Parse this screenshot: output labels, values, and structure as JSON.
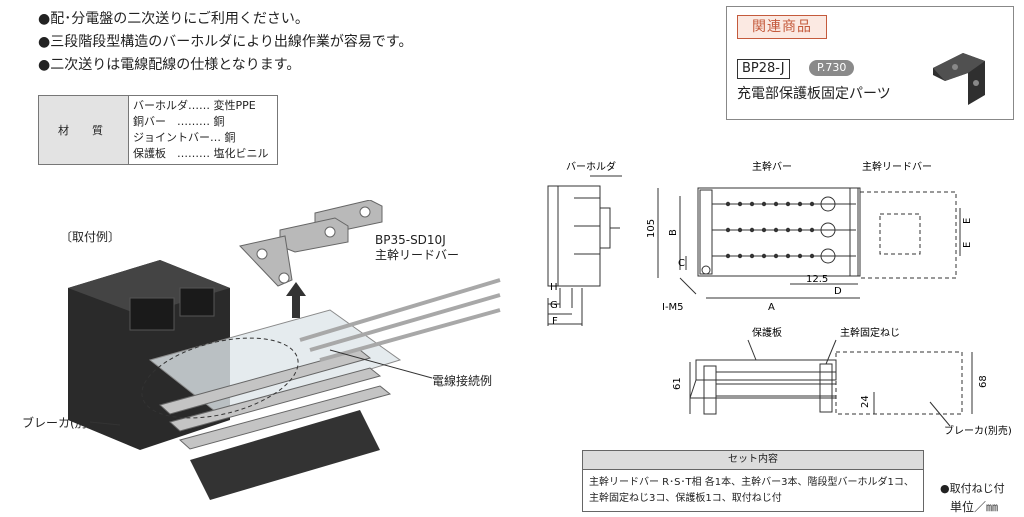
{
  "features": [
    "●配･分電盤の二次送りにご利用ください。",
    "●三段階段型構造のバーホルダにより出線作業が容易です。",
    "●二次送りは電線配線の仕様となります。"
  ],
  "material_table": {
    "header": "材　質",
    "rows": [
      "バーホルダ…… 変性PPE",
      "銅バー　……… 銅",
      "ジョイントバー… 銅",
      "保護板　……… 塩化ビニル"
    ]
  },
  "related_product": {
    "title": "関連商品",
    "code": "BP28-J",
    "page": "P.730",
    "name": "充電部保護板固定パーツ"
  },
  "install_example": {
    "caption": "〔取付例〕",
    "part_code": "BP35-SD10J",
    "part_name": "主幹リードバー",
    "wire_label": "電線接続例",
    "breaker_label": "ブレーカ(別売)"
  },
  "drawing_top": {
    "labels": {
      "bar_holder": "バーホルダ",
      "main_bar": "主幹バー",
      "main_lead_bar": "主幹リードバー",
      "H": "H",
      "G": "G",
      "F": "F",
      "B": "B",
      "C": "C",
      "dim_105": "105",
      "A": "A",
      "D": "D",
      "pitch": "12.5",
      "screw": "I-M5",
      "E1": "E",
      "E2": "E"
    }
  },
  "drawing_bottom": {
    "labels": {
      "protect_plate": "保護板",
      "main_screw": "主幹固定ねじ",
      "dim_61": "61",
      "dim_24": "24",
      "dim_68": "68",
      "breaker": "ブレーカ(別売)"
    }
  },
  "set_contents": {
    "header": "セット内容",
    "line1": "主幹リードバー R･S･T相 各1本、主幹バー3本、階段型バーホルダ1コ、",
    "line2": "主幹固定ねじ3コ、保護板1コ、取付ねじ付"
  },
  "footnotes": {
    "screw": "●取付ねじ付",
    "unit": "単位／㎜"
  }
}
